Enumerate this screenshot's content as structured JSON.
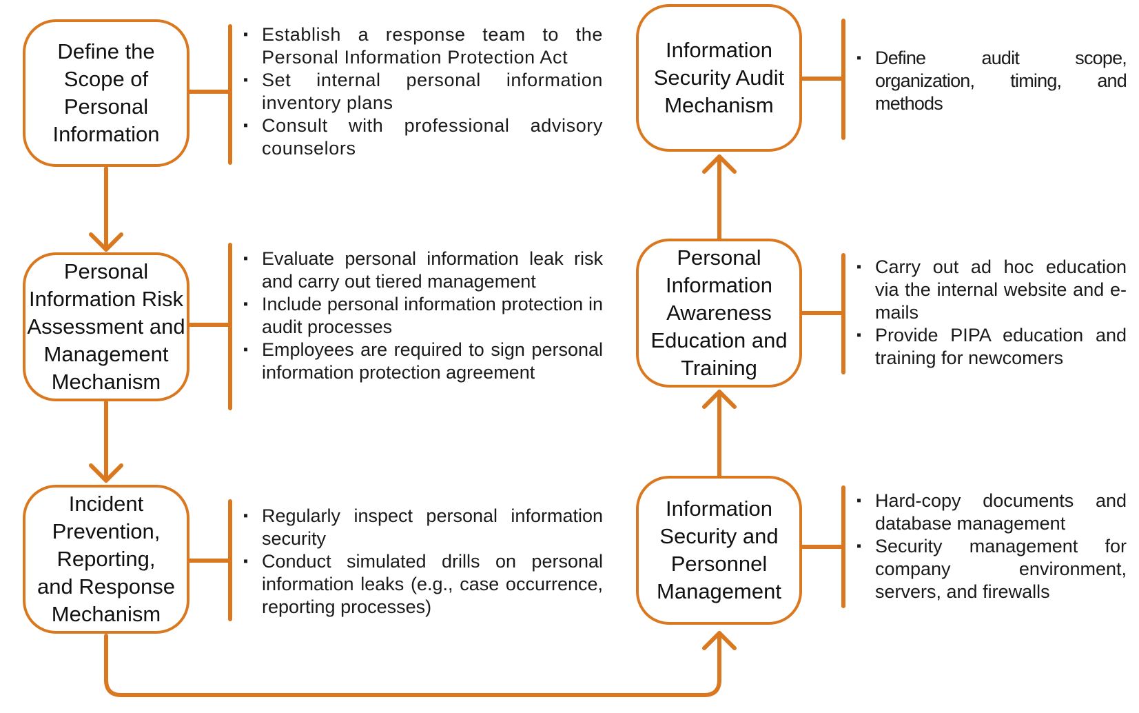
{
  "colors": {
    "accent": "#D9781F",
    "text": "#111111",
    "background": "#FFFFFF"
  },
  "steps": [
    {
      "title": "Define the\nScope of\nPersonal\nInformation",
      "bullets": [
        "Establish a response team to the Personal Information Protection Act",
        "Set internal personal information inventory plans",
        "Consult with professional advisory counselors"
      ]
    },
    {
      "title": "Personal\nInformation Risk\nAssessment and\nManagement\nMechanism",
      "bullets": [
        "Evaluate personal information leak risk and carry out tiered management",
        "Include personal information protection in audit processes",
        "Employees are required to sign personal information protection agreement"
      ]
    },
    {
      "title": "Incident\nPrevention,\nReporting,\nand Response\nMechanism",
      "bullets": [
        "Regularly inspect personal information security",
        "Conduct simulated drills on personal information leaks (e.g., case occurrence, reporting processes)"
      ]
    },
    {
      "title": "Information\nSecurity and\nPersonnel\nManagement",
      "bullets": [
        "Hard-copy documents and database management",
        "Security management for company environment, servers, and firewalls"
      ]
    },
    {
      "title": "Personal\nInformation\nAwareness\nEducation and\nTraining",
      "bullets": [
        "Carry out ad hoc education via the internal website and e-mails",
        "Provide PIPA education and training for newcomers"
      ]
    },
    {
      "title": "Information\nSecurity Audit\nMechanism",
      "bullets": [
        "Define audit scope, organization, timing, and methods"
      ]
    }
  ],
  "bullet_symbol": "▪"
}
